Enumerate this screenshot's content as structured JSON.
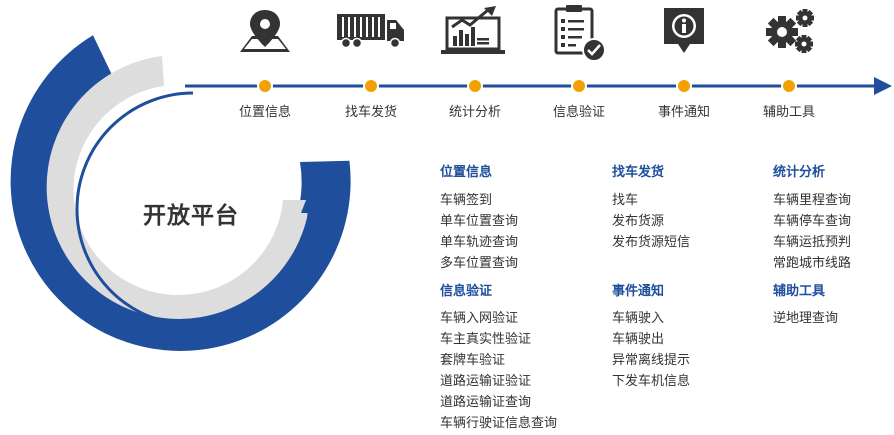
{
  "colors": {
    "primary": "#1f4e9c",
    "accent": "#f2a100",
    "ring_gray": "#dddddd",
    "icon_dark": "#333333"
  },
  "center": {
    "title": "开放平台"
  },
  "timeline": [
    {
      "icon": "map-pin-icon",
      "label": "位置信息"
    },
    {
      "icon": "truck-icon",
      "label": "找车发货"
    },
    {
      "icon": "analytics-chart-icon",
      "label": "统计分析"
    },
    {
      "icon": "checklist-icon",
      "label": "信息验证"
    },
    {
      "icon": "info-bubble-icon",
      "label": "事件通知"
    },
    {
      "icon": "gears-icon",
      "label": "辅助工具"
    }
  ],
  "groups": {
    "location": {
      "title": "位置信息",
      "items": [
        "车辆签到",
        "单车位置查询",
        "单车轨迹查询",
        "多车位置查询"
      ]
    },
    "verify": {
      "title": "信息验证",
      "items": [
        "车辆入网验证",
        "车主真实性验证",
        "套牌车验证",
        "道路运输证验证",
        "道路运输证查询",
        "车辆行驶证信息查询"
      ]
    },
    "cargo": {
      "title": "找车发货",
      "items": [
        "找车",
        "发布货源",
        "发布货源短信"
      ]
    },
    "events": {
      "title": "事件通知",
      "items": [
        "车辆驶入",
        "车辆驶出",
        "异常离线提示",
        "下发车机信息"
      ]
    },
    "stats": {
      "title": "统计分析",
      "items": [
        "车辆里程查询",
        "车辆停车查询",
        "车辆运抵预判",
        "常跑城市线路"
      ]
    },
    "tools": {
      "title": "辅助工具",
      "items": [
        "逆地理查询"
      ]
    }
  }
}
